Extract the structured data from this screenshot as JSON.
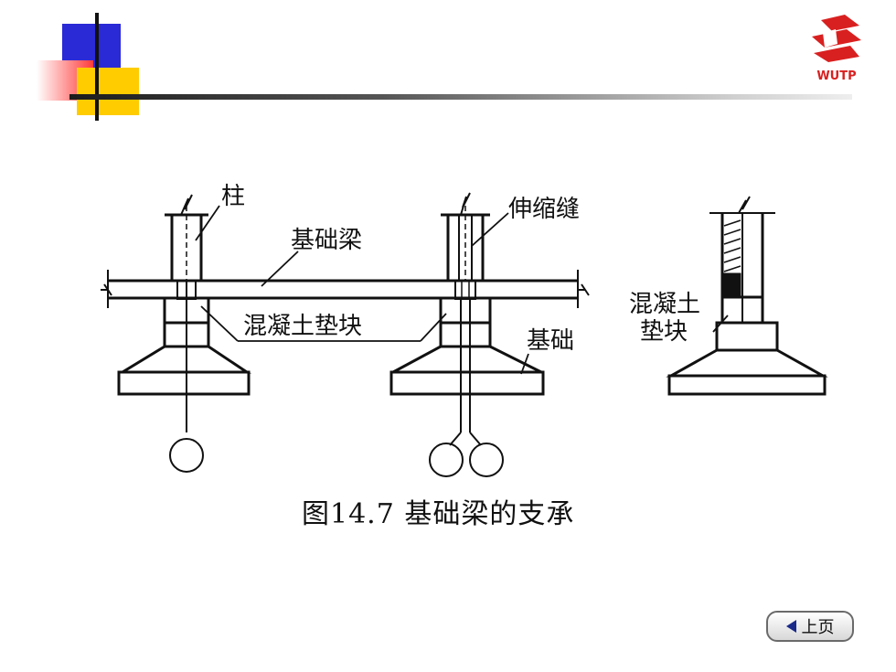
{
  "logo": {
    "text": "WUTP",
    "color": "#d92020"
  },
  "diagram": {
    "labels": {
      "column": "柱",
      "foundation_beam": "基础梁",
      "expansion_joint": "伸缩缝",
      "concrete_pad": "混凝土垫块",
      "foundation": "基础",
      "side_pad_line1": "混凝土",
      "side_pad_line2": "垫块"
    }
  },
  "caption": "图14.7  基础梁的支承",
  "nav": {
    "prev_label": "上页"
  },
  "colors": {
    "blue": "#2a2ad6",
    "red": "#ff3a3a",
    "yellow": "#ffcc00",
    "ink": "#111111"
  }
}
